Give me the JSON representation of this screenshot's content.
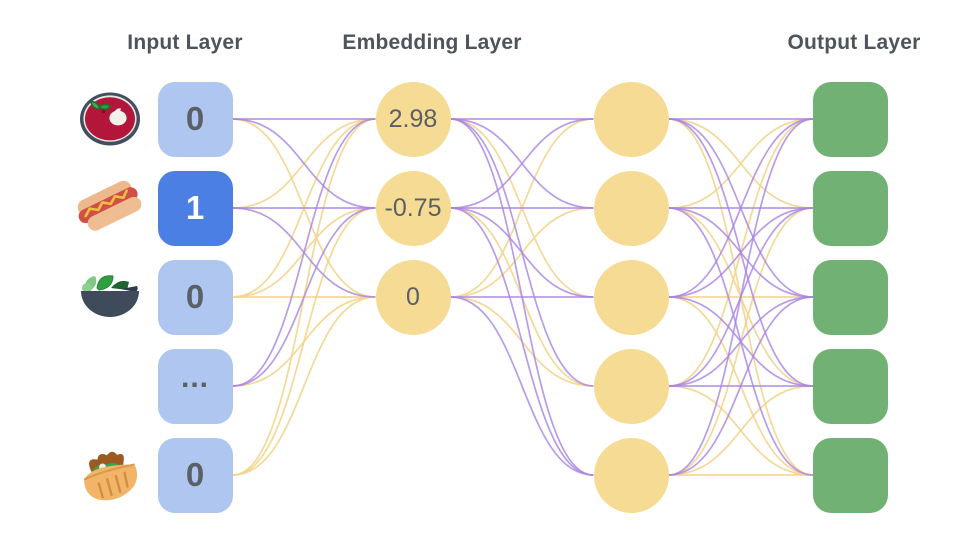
{
  "titles": {
    "input": "Input Layer",
    "embedding": "Embedding Layer",
    "output": "Output Layer"
  },
  "input_layer": {
    "nodes": [
      {
        "label": "0",
        "icon": "borscht-bowl",
        "active": false
      },
      {
        "label": "1",
        "icon": "hot-dog",
        "active": true
      },
      {
        "label": "0",
        "icon": "salad-bowl",
        "active": false
      },
      {
        "label": "...",
        "icon": null,
        "active": false
      },
      {
        "label": "0",
        "icon": "pita-wrap",
        "active": false
      }
    ]
  },
  "embedding_layer": {
    "nodes": [
      {
        "label": "2.98"
      },
      {
        "label": "-0.75"
      },
      {
        "label": "0"
      }
    ]
  },
  "hidden_layer": {
    "nodes": [
      {
        "label": ""
      },
      {
        "label": ""
      },
      {
        "label": ""
      },
      {
        "label": ""
      },
      {
        "label": ""
      }
    ]
  },
  "output_layer": {
    "nodes": [
      {
        "label": ""
      },
      {
        "label": ""
      },
      {
        "label": ""
      },
      {
        "label": ""
      },
      {
        "label": ""
      }
    ]
  },
  "colors": {
    "input_inactive": "#aec6f0",
    "input_active": "#4b7fe4",
    "node_yellow": "#f5db93",
    "output_green": "#71b173",
    "edge_purple": "#a883e2",
    "edge_yellow": "#f3d48d",
    "text_gray": "#5a6065",
    "title_gray": "#4e545b"
  },
  "edges": {
    "input_to_embedding": [
      [
        "p",
        "p",
        "y"
      ],
      [
        "y",
        "p",
        "p"
      ],
      [
        "y",
        "y",
        "y"
      ],
      [
        "p",
        "p",
        "y"
      ],
      [
        "y",
        "y",
        "y"
      ]
    ],
    "embedding_to_hidden": [
      [
        "p",
        "p",
        "y",
        "p",
        "p"
      ],
      [
        "p",
        "p",
        "p",
        "y",
        "p"
      ],
      [
        "y",
        "y",
        "p",
        "y",
        "p"
      ]
    ],
    "hidden_to_output": [
      [
        "p",
        "y",
        "p",
        "p",
        "y"
      ],
      [
        "y",
        "p",
        "p",
        "y",
        "p"
      ],
      [
        "p",
        "p",
        "y",
        "p",
        "y"
      ],
      [
        "y",
        "p",
        "p",
        "p",
        "y"
      ],
      [
        "p",
        "y",
        "p",
        "y",
        "y"
      ]
    ]
  }
}
